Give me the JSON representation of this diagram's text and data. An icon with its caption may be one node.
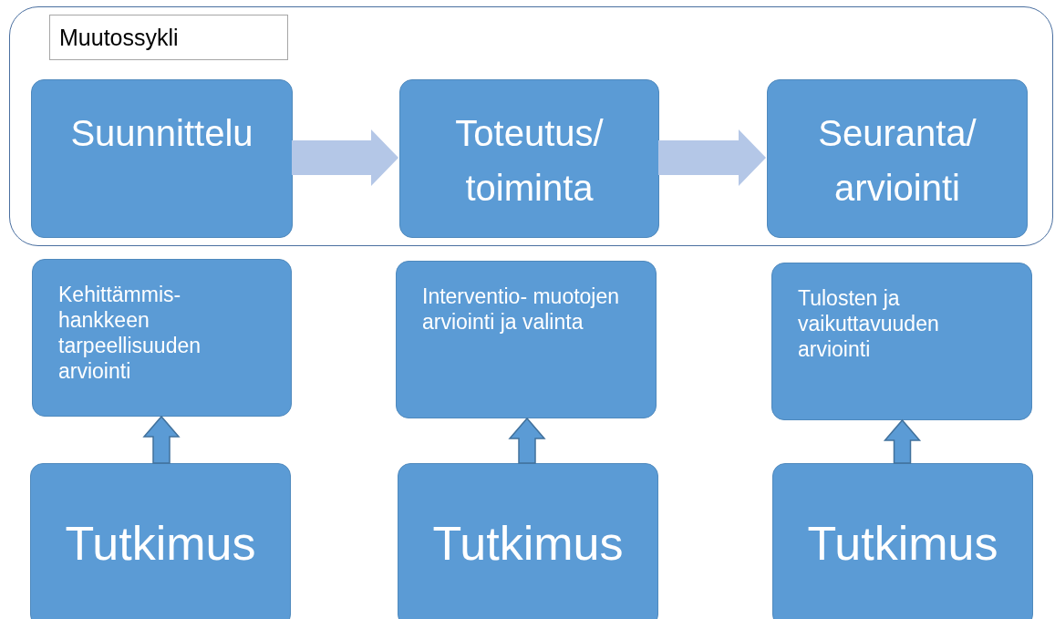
{
  "diagram": {
    "nodes": [
      {
        "text": [
          "Muutossykli"
        ]
      },
      {
        "text": [
          "Suunnittelu"
        ],
        "in": 0
      },
      {
        "text": [
          "Toteutus/ toiminta"
        ],
        "in": 0
      },
      {
        "text": [
          "Seuranta/ arviointi"
        ],
        "in": 0
      },
      {
        "text": [
          "Kehittämmis- hankkeen tarpeellisuuden arviointi"
        ]
      },
      {
        "text": [
          "Interventio- muotojen arviointi ja valinta"
        ]
      },
      {
        "text": [
          "Tulosten ja vaikuttavuuden arviointi"
        ]
      },
      {
        "text": [
          "Tutkimus"
        ]
      },
      {
        "text": [
          "Tutkimus"
        ]
      },
      {
        "text": [
          "Tutkimus"
        ]
      }
    ],
    "edges": [
      {
        "from": 1,
        "to": 2,
        "arrow": "to",
        "color": "#b4c7e7"
      },
      {
        "from": 2,
        "to": 3,
        "arrow": "to",
        "color": "#b4c7e7"
      },
      {
        "from": 7,
        "to": 4,
        "arrow": "to"
      },
      {
        "from": 8,
        "to": 5,
        "arrow": "to"
      },
      {
        "from": 9,
        "to": 6,
        "arrow": "to"
      }
    ]
  }
}
